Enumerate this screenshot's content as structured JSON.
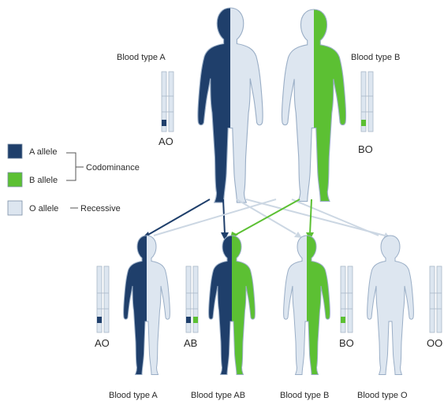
{
  "colors": {
    "a_allele": "#1f3f6b",
    "b_allele": "#5cc033",
    "o_allele": "#dde6f0",
    "outline": "#9aaec6"
  },
  "parents": {
    "mother": {
      "blood_type": "Blood type A",
      "genotype": "AO"
    },
    "father": {
      "blood_type": "Blood type B",
      "genotype": "BO"
    }
  },
  "legend": {
    "a_allele": "A allele",
    "b_allele": "B allele",
    "o_allele": "O allele",
    "codominance": "Codominance",
    "recessive": "Recessive"
  },
  "children": [
    {
      "blood_type": "Blood type A",
      "genotype": "AO"
    },
    {
      "blood_type": "Blood type AB",
      "genotype": "AB"
    },
    {
      "blood_type": "Blood type B",
      "genotype": "BO"
    },
    {
      "blood_type": "Blood type O",
      "genotype": "OO"
    }
  ]
}
